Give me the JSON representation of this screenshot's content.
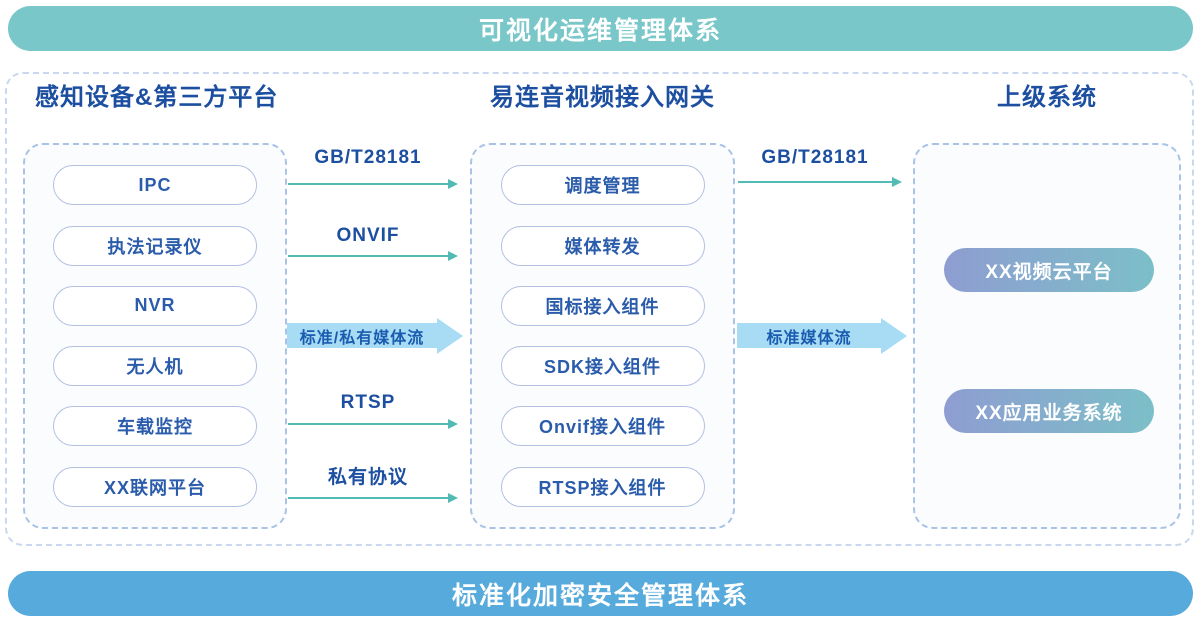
{
  "banners": {
    "top": "可视化运维管理体系",
    "bottom": "标准化加密安全管理体系"
  },
  "columns": [
    {
      "title": "感知设备&第三方平台",
      "items": [
        "IPC",
        "执法记录仪",
        "NVR",
        "无人机",
        "车载监控",
        "XX联网平台"
      ]
    },
    {
      "title": "易连音视频接入网关",
      "items": [
        "调度管理",
        "媒体转发",
        "国标接入组件",
        "SDK接入组件",
        "Onvif接入组件",
        "RTSP接入组件"
      ]
    },
    {
      "title": "上级系统",
      "items": [
        "XX视频云平台",
        "XX应用业务系统"
      ]
    }
  ],
  "flows": {
    "left_group": {
      "thin_labels": [
        "GB/T28181",
        "ONVIF",
        "RTSP",
        "私有协议"
      ],
      "big_label": "标准/私有媒体流"
    },
    "right_group": {
      "thin_labels": [
        "GB/T28181"
      ],
      "big_label": "标准媒体流"
    }
  },
  "colors": {
    "top_banner_bg": "#79C7C9",
    "bottom_banner_bg": "#57AADC",
    "heading_text": "#1D4FA1",
    "pill_text": "#2A5CAB",
    "pill_border": "#B3C0E4",
    "inner_box_border": "#A9C2E6",
    "inner_box_bg": "#FAFCFE",
    "outer_box_border": "#C9D8EE",
    "thin_arrow": "#52BCB4",
    "big_arrow_bg": "#A8DCF5",
    "big_arrow_text": "#1A5CB0",
    "gradient_pill_left": "#8E9DD1",
    "gradient_pill_right": "#7CBFC8"
  }
}
